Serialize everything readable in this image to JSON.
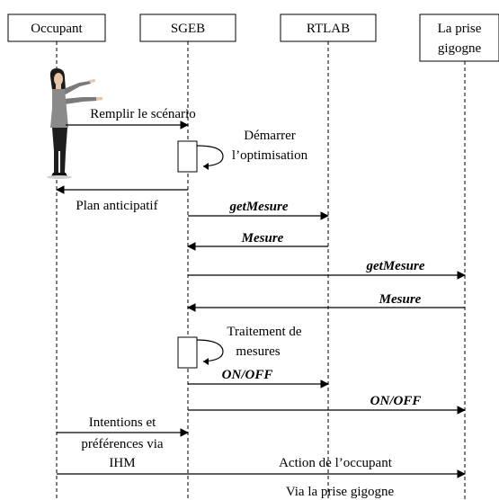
{
  "actors": [
    {
      "id": "occupant",
      "label": "Occupant"
    },
    {
      "id": "sgeb",
      "label": "SGEB"
    },
    {
      "id": "rtlab",
      "label": "RTLAB"
    },
    {
      "id": "prise",
      "label_line1": "La prise",
      "label_line2": "gigogne"
    }
  ],
  "messages": {
    "remplir": "Remplir le scénario",
    "demarrer_line1": "Démarrer",
    "demarrer_line2": "l’optimisation",
    "plan": "Plan anticipatif",
    "getmesure_rtlab": "getMesure",
    "mesure_rtlab": "Mesure",
    "getmesure_prise": "getMesure",
    "mesure_prise": "Mesure",
    "traitement_line1": "Traitement de",
    "traitement_line2": "mesures",
    "onoff_rtlab": "ON/OFF",
    "onoff_prise": "ON/OFF",
    "intentions_line1": "Intentions et",
    "intentions_line2": "préférences via",
    "intentions_line3": "IHM",
    "action": "Action de l’occupant",
    "action_sub": "Via la prise gigogne"
  }
}
